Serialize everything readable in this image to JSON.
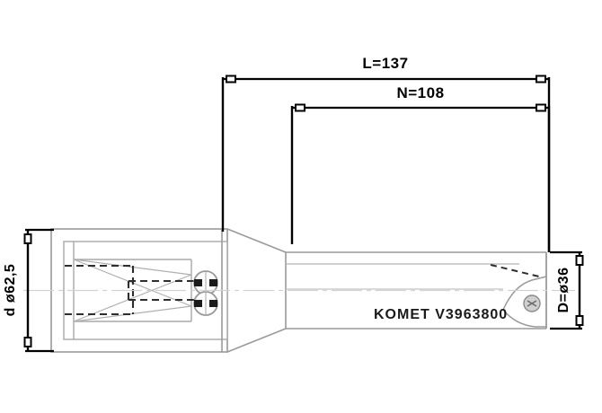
{
  "drawing": {
    "title": "KOMET indexable insert drill technical drawing",
    "background_color": "#ffffff",
    "outline_color": "#9a9a9a",
    "dimension_color": "#000000",
    "hidden_line_color": "#4d4d4d",
    "center_line_color": "#c8c8c8"
  },
  "dimensions": {
    "overall_length": {
      "label": "L=137",
      "name": "overall-length",
      "orientation": "horizontal",
      "value": 137,
      "symbol": "L"
    },
    "usable_length": {
      "label": "N=108",
      "name": "usable-length",
      "orientation": "horizontal",
      "value": 108,
      "symbol": "N"
    },
    "shank_diameter": {
      "label": "d ø62,5",
      "name": "shank-diameter",
      "orientation": "vertical",
      "value": 62.5,
      "symbol": "d"
    },
    "cutting_diameter": {
      "label": "D=ø36",
      "name": "cutting-diameter",
      "orientation": "vertical",
      "value": 36,
      "symbol": "D"
    }
  },
  "engraving": {
    "brand": "KOMET",
    "part_number": "V3963800",
    "full_text": "KOMET  V3963800"
  },
  "components": {
    "shank": "shank-body",
    "taper": "taper-transition",
    "drill_body": "drill-body",
    "insert_pocket": "insert-pocket",
    "insert_screw": "insert-screw",
    "coolant_ports": "coolant-port-circles",
    "center_line": "center-line"
  }
}
